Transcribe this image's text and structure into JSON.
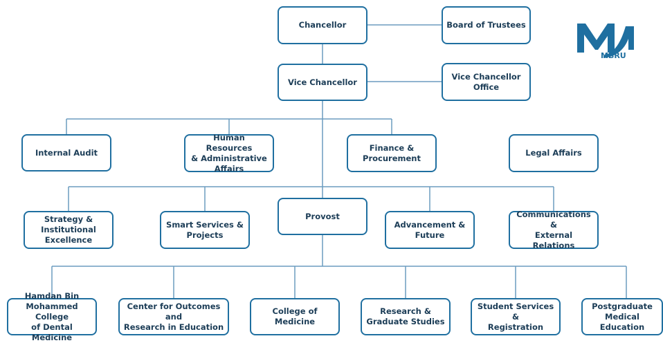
{
  "logo": {
    "text": "MBRU",
    "color": "#1f6fa0"
  },
  "colors": {
    "border": "#1f6fa0",
    "line": "#6b9cbf",
    "text": "#1c3d57"
  },
  "nodes": {
    "chancellor": "Chancellor",
    "board": "Board of Trustees",
    "vc": "Vice Chancellor",
    "vc_office": "Vice Chancellor\nOffice",
    "internal_audit": "Internal Audit",
    "hr": "Human Resources\n& Administrative\nAffairs",
    "finance": "Finance &\nProcurement",
    "legal": "Legal Affairs",
    "strategy": "Strategy &\nInstitutional\nExcellence",
    "smart": "Smart Services &\nProjects",
    "provost": "Provost",
    "advancement": "Advancement &\nFuture",
    "communications": "Communications &\nExternal Relations",
    "dental": "Hamdan Bin\nMohammed College\nof Dental Medicine",
    "outcomes": "Center for Outcomes and\nResearch in Education",
    "medicine": "College of Medicine",
    "research": "Research &\nGraduate Studies",
    "student": "Student Services &\nRegistration",
    "postgrad": "Postgraduate\nMedical Education"
  }
}
